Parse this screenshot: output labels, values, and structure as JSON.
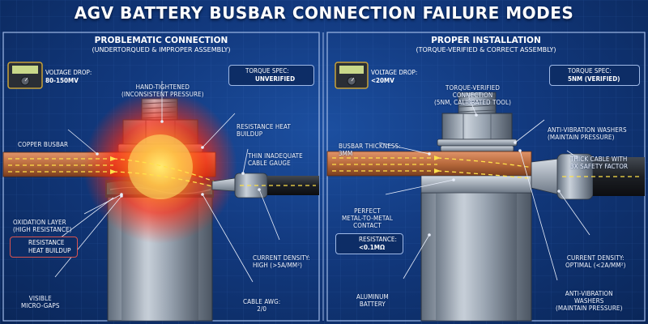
{
  "title": "AGV BATTERY BUSBAR CONNECTION FAILURE MODES",
  "left": {
    "heading": "PROBLEMATIC CONNECTION",
    "subheading": "(UNDERTORQUED & IMPROPER ASSEMBLY)",
    "voltage_label": "VOLTAGE DROP:",
    "voltage_value": "80-150mV",
    "torque_label": "TORQUE SPEC:",
    "torque_value": "UNVERIFIED",
    "hand_tightened": [
      "HAND-TIGHTENED",
      "(INCONSISTENT PRESSURE)"
    ],
    "resistance_heat": [
      "RESISTANCE HEAT",
      "BUILDUP"
    ],
    "copper_busbar": "COPPER BUSBAR",
    "thin_cable": [
      "THIN INADEQUATE",
      "CABLE GAUGE"
    ],
    "oxidation": [
      "OXIDATION LAYER",
      "(HIGH RESISTANCE)"
    ],
    "warning_box": [
      "RESISTANCE",
      "HEAT BUILDUP"
    ],
    "current_density": [
      "CURRENT DENSITY:",
      "HIGH (>5A/mm²)"
    ],
    "micro_gaps": [
      "VISIBLE",
      "MICRO-GAPS"
    ],
    "cable_awg": [
      "CABLE AWG:",
      "2/0"
    ]
  },
  "right": {
    "heading": "PROPER INSTALLATION",
    "subheading": "(TORQUE-VERIFIED & CORRECT ASSEMBLY)",
    "voltage_label": "VOLTAGE DROP:",
    "voltage_value": "<20mV",
    "torque_connection": [
      "TORQUE-VERIFIED",
      "CONNECTION",
      "(5Nm, CALIBRATED TOOL)"
    ],
    "torque_label": "TORQUE SPEC:",
    "torque_value": "5Nm (VERIFIED)",
    "washers_top": [
      "ANTI-VIBRATION WASHERS",
      "(MAINTAIN PRESSURE)"
    ],
    "busbar_thickness": [
      "BUSBAR THICKNESS:",
      "3mm"
    ],
    "thick_cable": [
      "THICK CABLE WITH",
      "3x SAFETY FACTOR"
    ],
    "contact": [
      "PERFECT",
      "METAL-TO-METAL",
      "CONTACT"
    ],
    "resistance_label": "RESISTANCE:",
    "resistance_value": "<0.1mΩ",
    "current_density": [
      "CURRENT DENSITY:",
      "OPTIMAL (<2A/mm²)"
    ],
    "aluminum": [
      "ALUMINUM",
      "BATTERY"
    ],
    "washers_bottom": [
      "ANTI-VIBRATION",
      "WASHERS",
      "(MAINTAIN PRESSURE)"
    ]
  },
  "colors": {
    "background": "#12397e",
    "copper": "#b86a3c",
    "heat": "#ff3a1a",
    "oxide": "#1f8f86",
    "warning": "#f2a51c",
    "frame": "#9fb9e6",
    "success": "#3fd06a"
  }
}
